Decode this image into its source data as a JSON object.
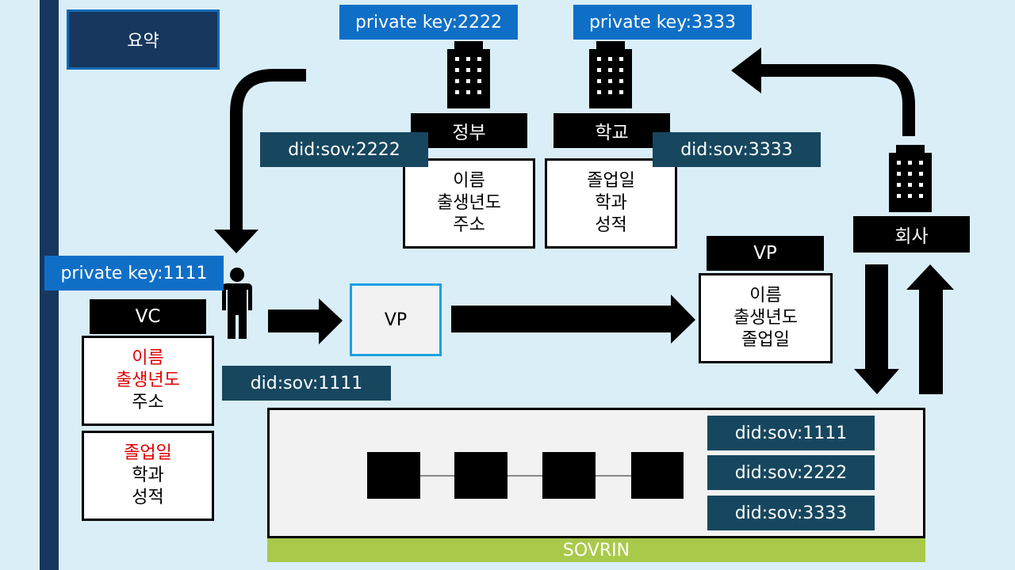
{
  "title": "요약",
  "colors": {
    "background": "#daeef8",
    "sidebar": "#17375e",
    "private_key_box": "#0f6fc6",
    "did_box": "#17475f",
    "vp_box_border": "#1ba1e2",
    "highlight_text": "#e00000",
    "sovrin_bar": "#a9c94b"
  },
  "government": {
    "icon": "building-icon",
    "private_key": "private key:2222",
    "label": "정부",
    "did": "did:sov:2222",
    "claims": [
      "이름",
      "출생년도",
      "주소"
    ]
  },
  "school": {
    "icon": "building-icon",
    "private_key": "private key:3333",
    "label": "학교",
    "did": "did:sov:3333",
    "claims": [
      "졸업일",
      "학과",
      "성적"
    ]
  },
  "company": {
    "icon": "building-icon",
    "label": "회사"
  },
  "holder": {
    "icon": "person-icon",
    "private_key": "private key:1111",
    "did": "did:sov:1111",
    "vc_label": "VC",
    "vc_card1": {
      "highlighted": [
        "이름",
        "출생년도"
      ],
      "normal": [
        "주소"
      ]
    },
    "vc_card2": {
      "highlighted": [
        "졸업일"
      ],
      "normal": [
        "학과",
        "성적"
      ]
    }
  },
  "vp_center_label": "VP",
  "vp_result": {
    "label": "VP",
    "items": [
      "이름",
      "출생년도",
      "졸업일"
    ]
  },
  "ledger": {
    "name": "SOVRIN",
    "dids": [
      "did:sov:1111",
      "did:sov:2222",
      "did:sov:3333"
    ]
  }
}
